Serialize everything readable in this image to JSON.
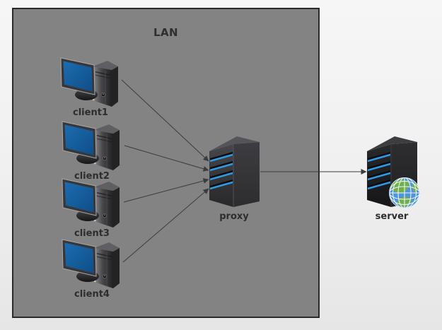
{
  "diagram": {
    "lan": {
      "label": "LAN"
    },
    "nodes": [
      {
        "id": "client1",
        "label": "client1",
        "icon": "desktop-computer-icon"
      },
      {
        "id": "client2",
        "label": "client2",
        "icon": "desktop-computer-icon"
      },
      {
        "id": "client3",
        "label": "client3",
        "icon": "desktop-computer-icon"
      },
      {
        "id": "client4",
        "label": "client4",
        "icon": "desktop-computer-icon"
      },
      {
        "id": "proxy",
        "label": "proxy",
        "icon": "server-tower-icon"
      },
      {
        "id": "server",
        "label": "server",
        "icon": "server-tower-globe-icon"
      }
    ],
    "edges": [
      {
        "from": "client1",
        "to": "proxy"
      },
      {
        "from": "client2",
        "to": "proxy"
      },
      {
        "from": "client3",
        "to": "proxy"
      },
      {
        "from": "client4",
        "to": "proxy"
      },
      {
        "from": "proxy",
        "to": "server"
      }
    ],
    "colors": {
      "page_background": "#efefef",
      "lan_fill": "#838383",
      "lan_border": "#2a2a2a",
      "label_text": "#2d2d2d",
      "edge": "#3c3c3c",
      "monitor_screen_blue": "#14609f",
      "tower_stripe_blue": "#2d9ce8",
      "globe_ocean": "#4e94de",
      "globe_land": "#6faf4f"
    }
  }
}
